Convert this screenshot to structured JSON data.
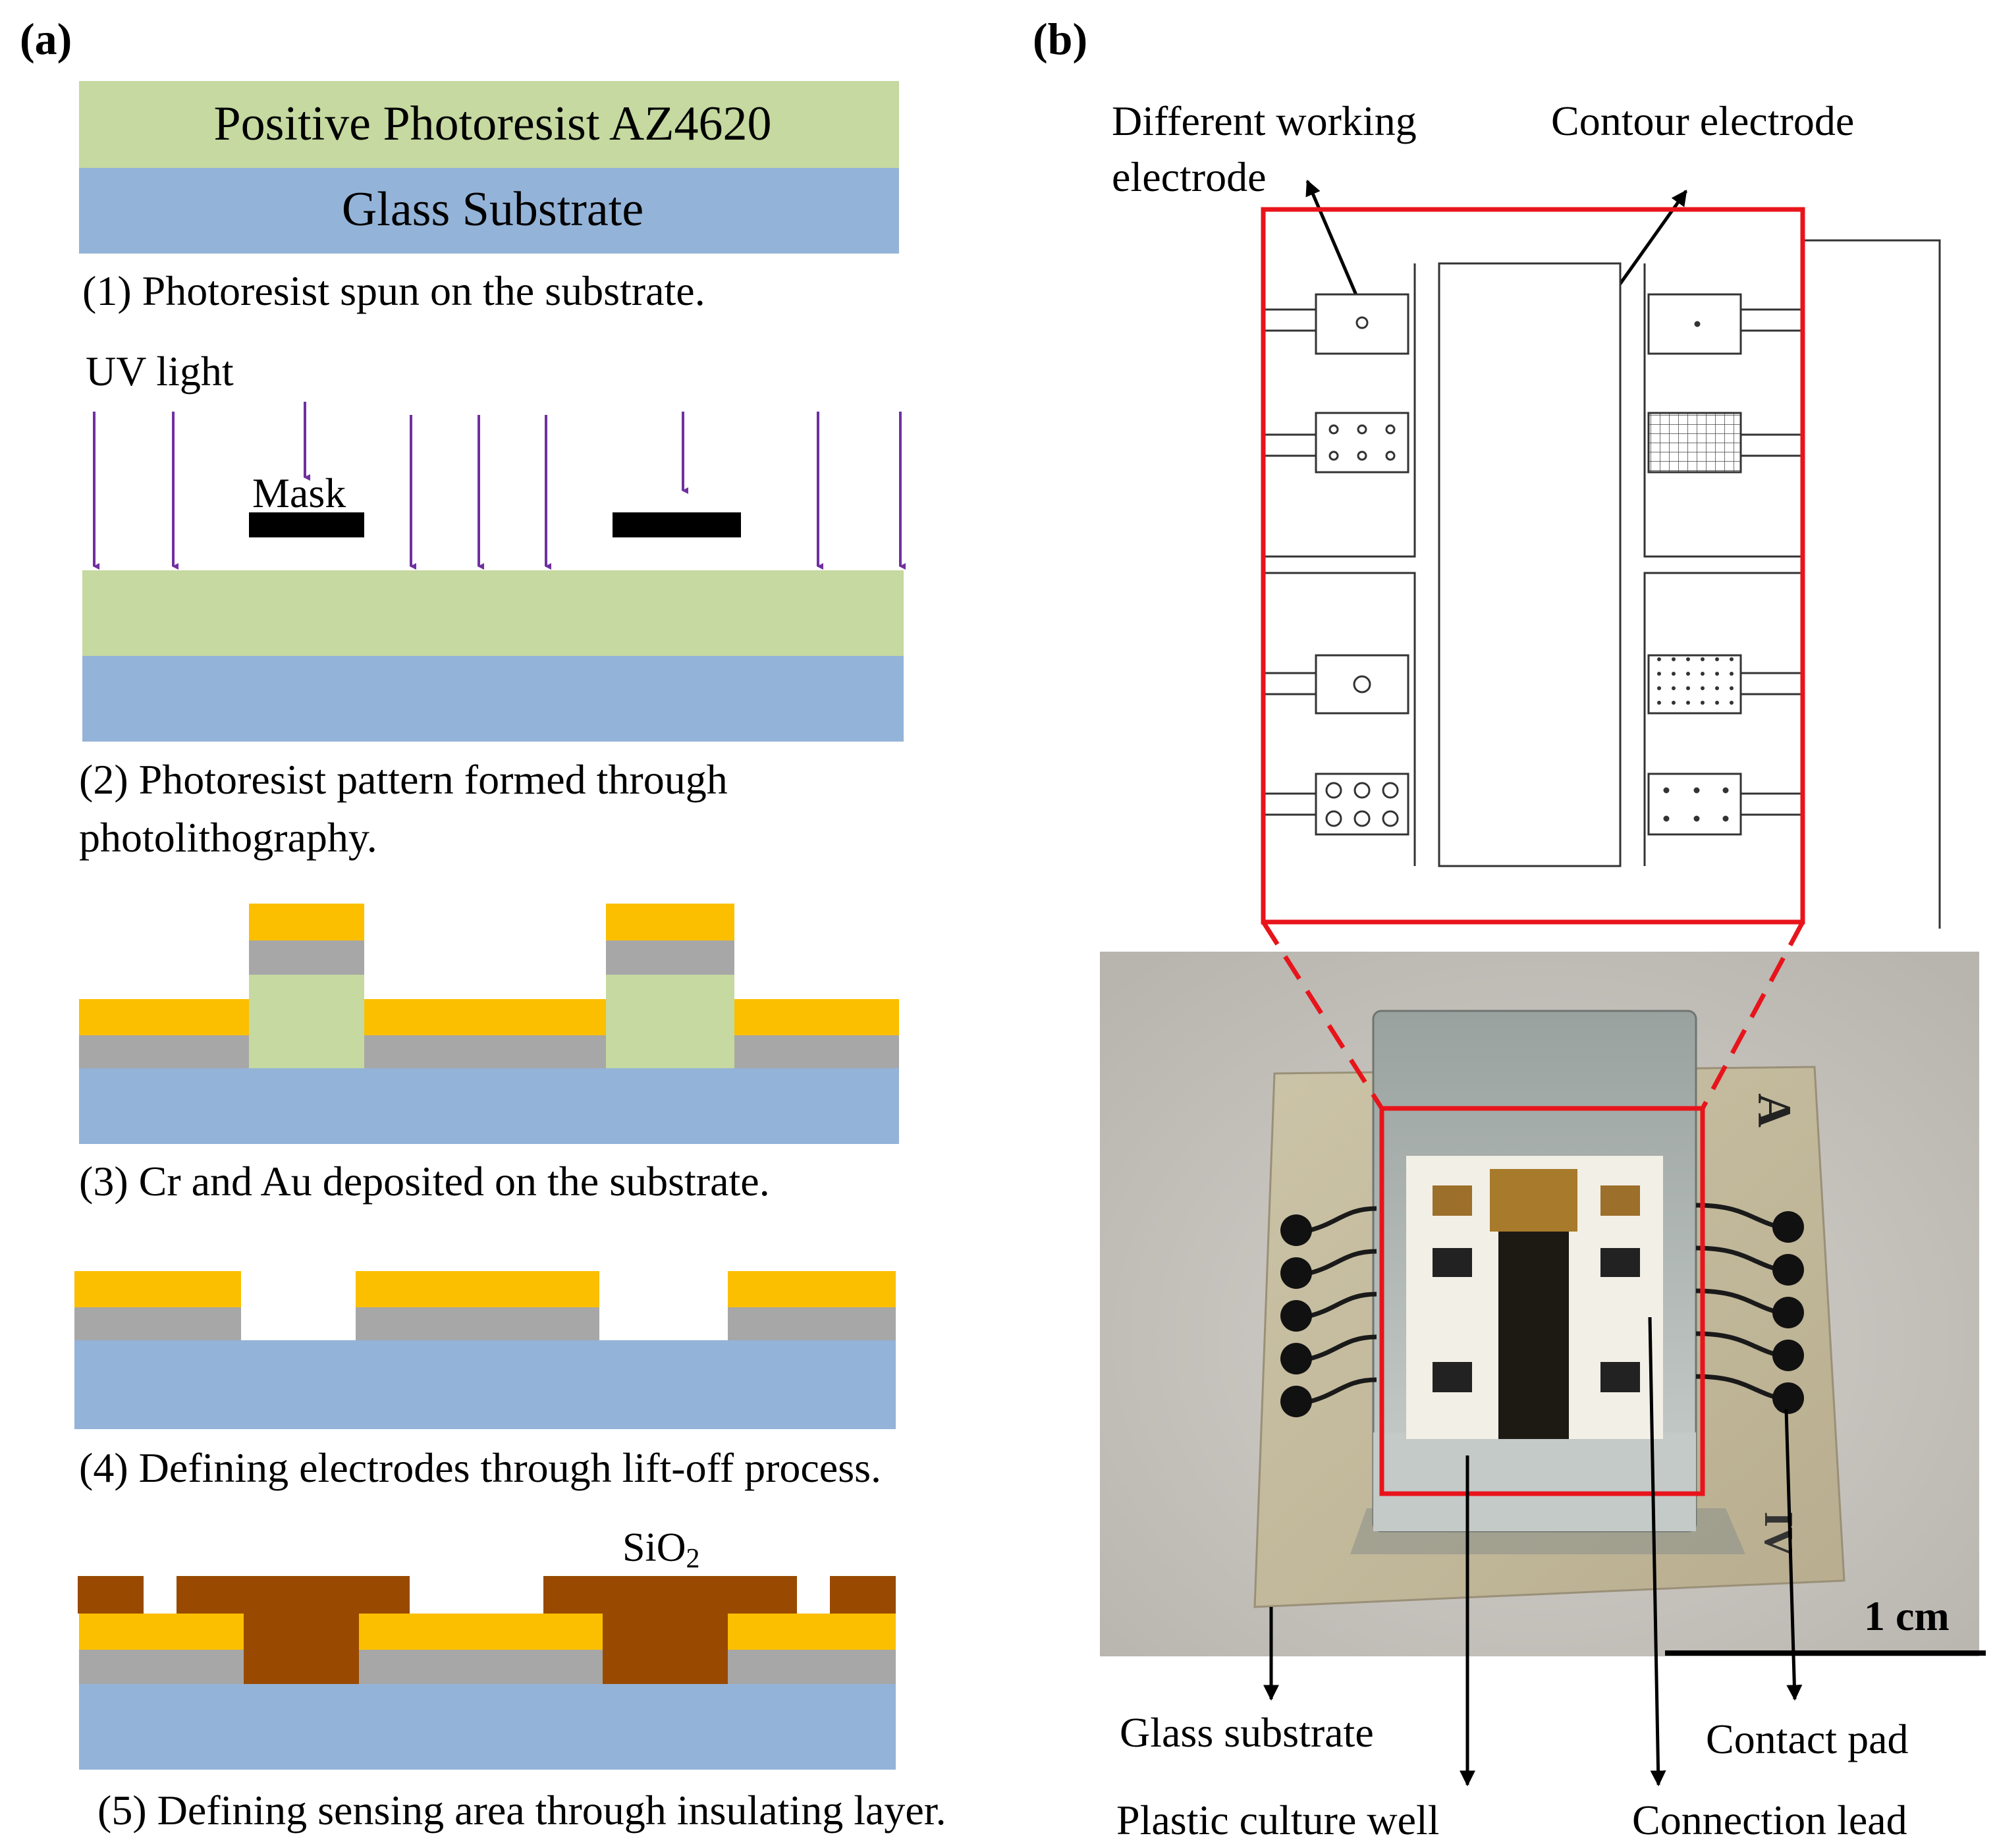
{
  "panels": {
    "a": {
      "label": "(a)",
      "layer_top": "Positive Photoresist AZ4620",
      "layer_bottom": "Glass Substrate",
      "steps": [
        "(1) Photoresist spun on the substrate.",
        "(2) Photoresist pattern formed through",
        "photolithography.",
        "(3) Cr and Au deposited on the substrate.",
        "(4) Defining electrodes through lift-off process.",
        "(5) Defining sensing area through insulating layer."
      ],
      "uv_label": "UV light",
      "mask_label": "Mask",
      "sio2_base": "SiO",
      "sio2_sub": "2"
    },
    "b": {
      "label": "(b)",
      "callout_working_1": "Different working",
      "callout_working_2": "electrode",
      "callout_contour": "Contour electrode",
      "photo_mark_a": "A",
      "photo_mark_iv": "IV",
      "scale_bar": "1 cm",
      "labels": {
        "glass_substrate": "Glass substrate",
        "contact_pad": "Contact pad",
        "plastic_culture_well": "Plastic culture well",
        "connection_lead": "Connection lead"
      }
    }
  },
  "colors": {
    "photoresist": "#c5d9a0",
    "glass": "#94b3d8",
    "gold": "#fbbf00",
    "chrome": "#a7a7a7",
    "sio2": "#994a00",
    "uv_arrow": "#7030a0",
    "mask": "#000000",
    "highlight": "#e8141b"
  }
}
